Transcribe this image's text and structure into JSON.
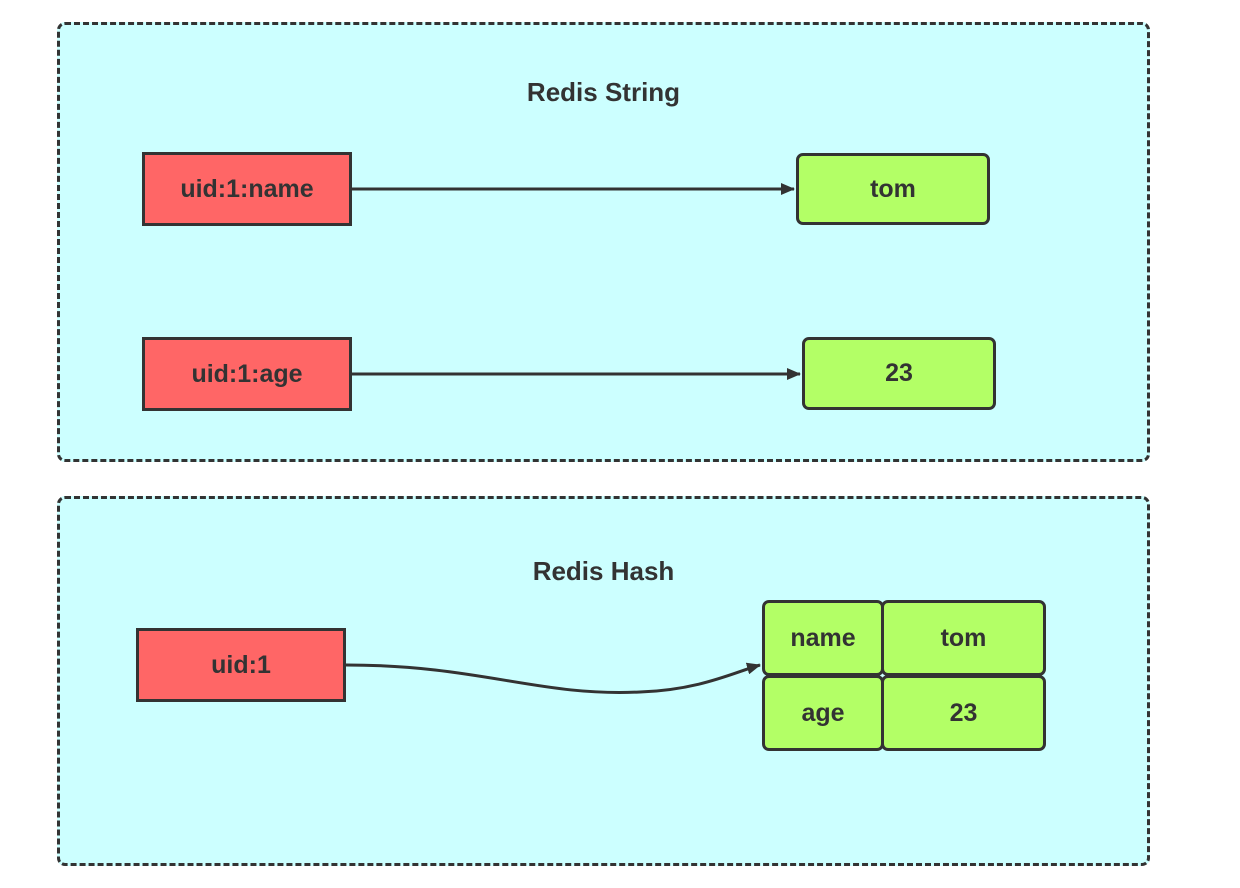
{
  "colors": {
    "key_fill": "#ff6666",
    "value_fill": "#b3ff66",
    "panel_fill": "#ccffff",
    "stroke": "#333333"
  },
  "string_panel": {
    "title": "Redis String",
    "rows": [
      {
        "key": "uid:1:name",
        "value": "tom"
      },
      {
        "key": "uid:1:age",
        "value": "23"
      }
    ]
  },
  "hash_panel": {
    "title": "Redis Hash",
    "key": "uid:1",
    "fields": [
      {
        "field": "name",
        "value": "tom"
      },
      {
        "field": "age",
        "value": "23"
      }
    ]
  }
}
